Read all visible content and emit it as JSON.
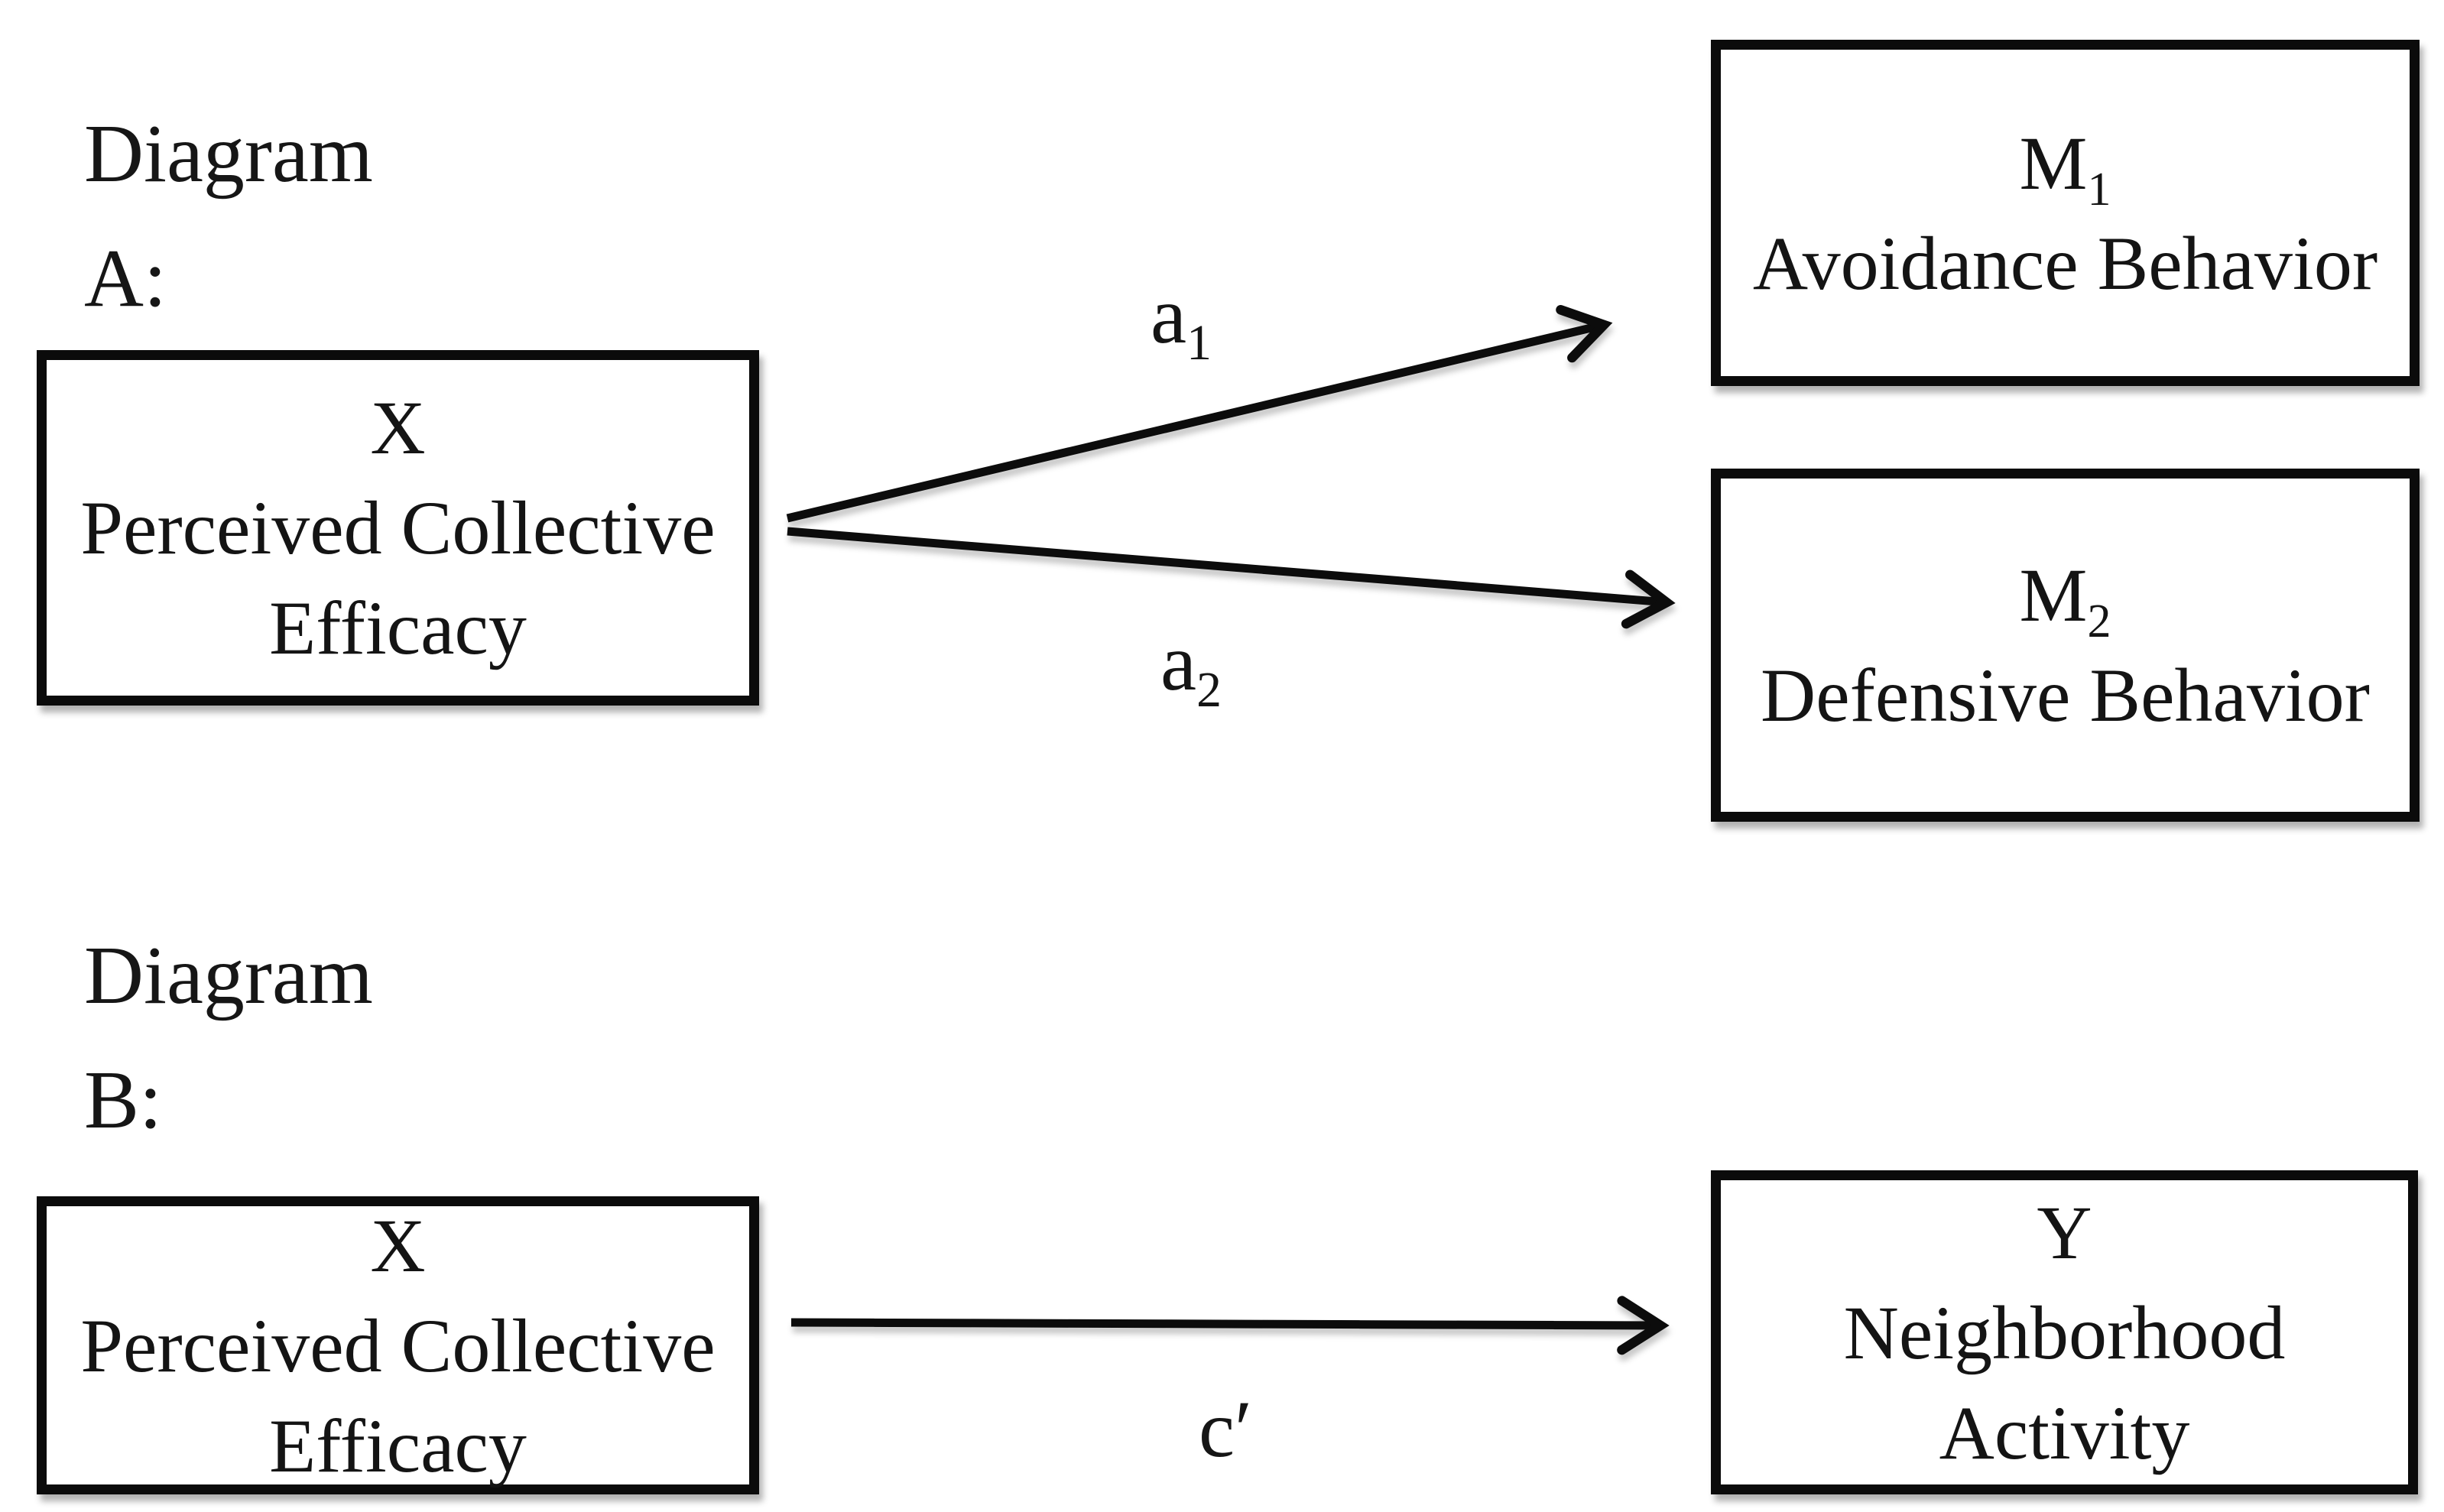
{
  "colors": {
    "background": "#ffffff",
    "box_border": "#0b0b0b",
    "arrow_stroke": "#0c0c0c",
    "text": "#141414"
  },
  "diagram_a": {
    "label_line1": "Diagram",
    "label_line2": "A:",
    "x_node": {
      "symbol": "X",
      "name_line1": "Perceived Collective",
      "name_line2": "Efficacy"
    },
    "m1_node": {
      "symbol": "M",
      "subscript": "1",
      "name": "Avoidance Behavior"
    },
    "m2_node": {
      "symbol": "M",
      "subscript": "2",
      "name": "Defensive Behavior"
    },
    "path_a1": {
      "letter": "a",
      "subscript": "1"
    },
    "path_a2": {
      "letter": "a",
      "subscript": "2"
    }
  },
  "diagram_b": {
    "label_line1": "Diagram",
    "label_line2": "B:",
    "x_node": {
      "symbol": "X",
      "name_line1": "Perceived Collective",
      "name_line2": "Efficacy"
    },
    "y_node": {
      "symbol": "Y",
      "name_line1": "Neighborhood",
      "name_line2": "Activity"
    },
    "path_c": {
      "text": "c′"
    }
  }
}
